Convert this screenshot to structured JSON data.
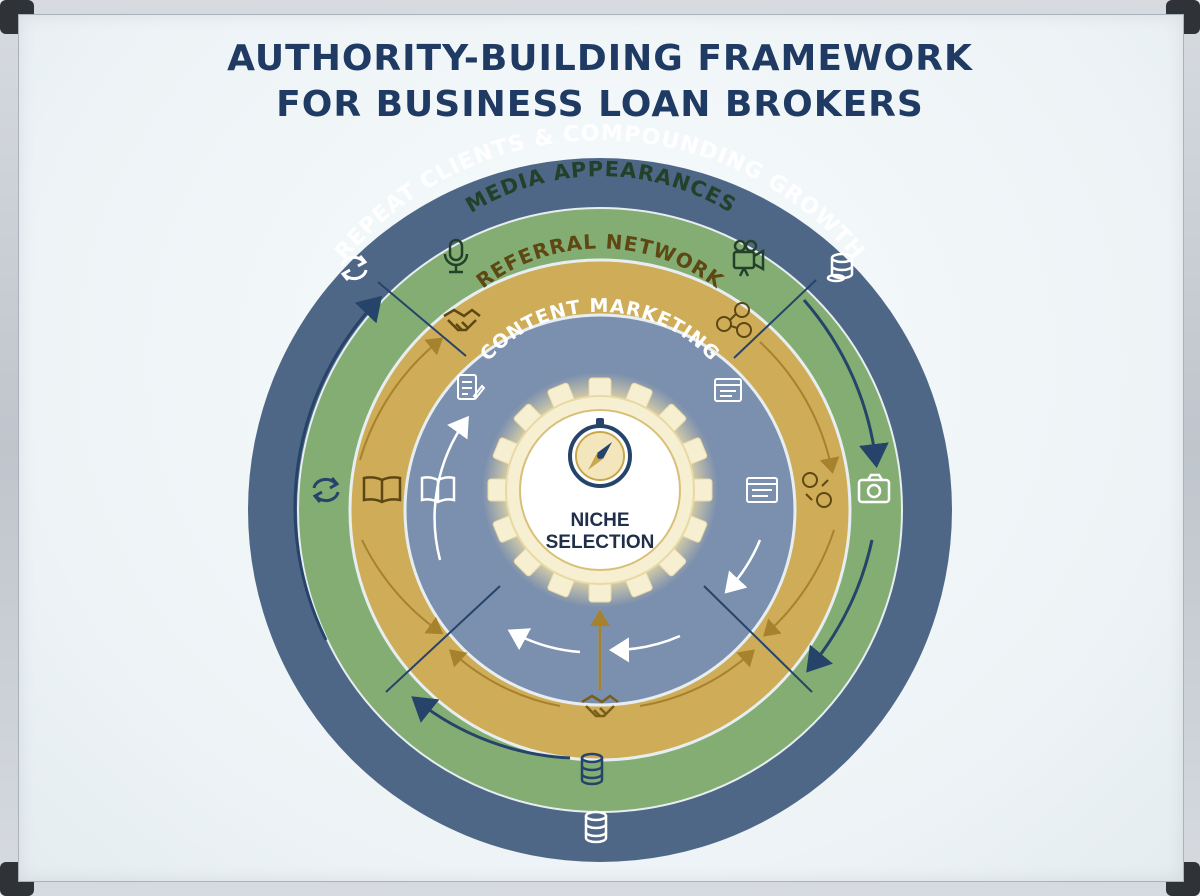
{
  "title": {
    "line1": "AUTHORITY-BUILDING FRAMEWORK",
    "line2": "FOR BUSINESS LOAN BROKERS"
  },
  "rings": {
    "outer": {
      "label": "REPEAT CLIENTS & COMPOUNDING GROWTH",
      "color": "#4f6786"
    },
    "media": {
      "label": "MEDIA APPEARANCES",
      "color": "#84ad74"
    },
    "referral": {
      "label": "REFERRAL NETWORK",
      "color": "#cfac57"
    },
    "content": {
      "label": "CONTENT MARKETING",
      "color": "#7b8fae"
    }
  },
  "center": {
    "line1": "NICHE",
    "line2": "SELECTION",
    "icon": "compass-icon"
  },
  "icons": [
    "refresh-icon",
    "microphone-icon",
    "video-camera-icon",
    "coins-icon",
    "handshake-icon",
    "network-people-icon",
    "document-edit-icon",
    "browser-window-icon",
    "open-book-icon",
    "camera-icon"
  ],
  "colors": {
    "title": "#1f3b63",
    "outer_ring": "#4f6786",
    "media_ring": "#84ad74",
    "referral_ring": "#cfac57",
    "content_ring": "#7b8fae",
    "gear_glow": "#f3e2a6"
  }
}
